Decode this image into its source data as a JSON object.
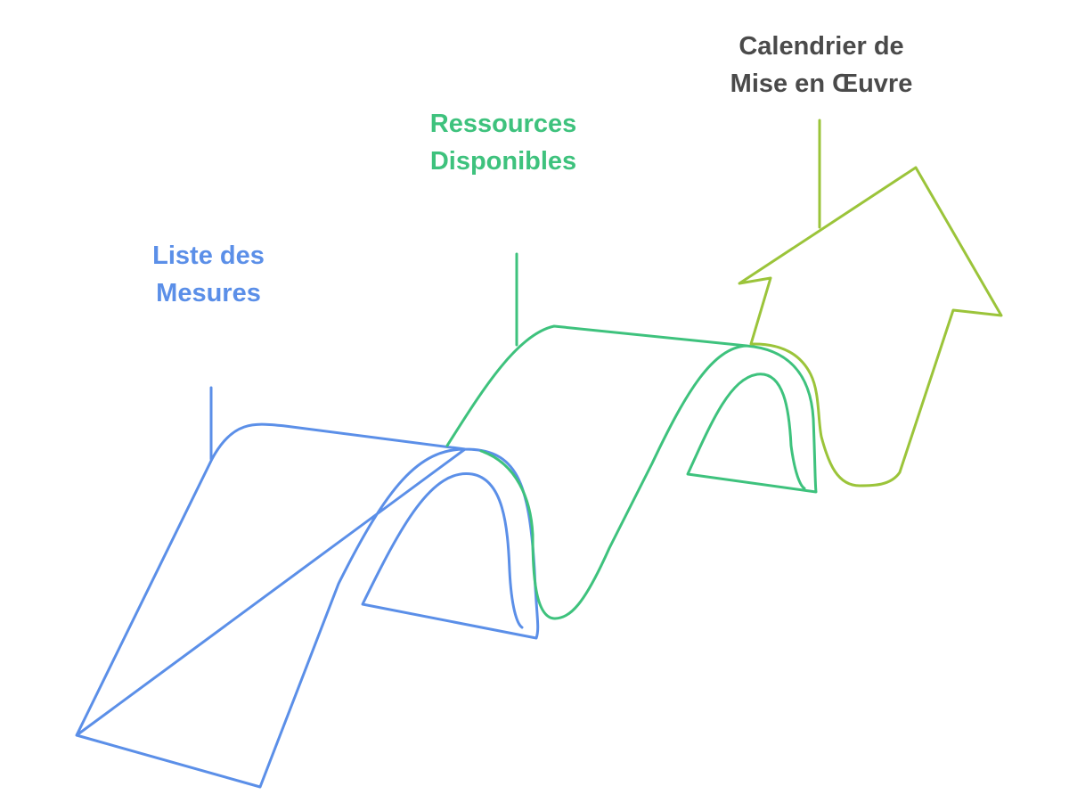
{
  "steps": [
    {
      "line1": "Liste des",
      "line2": "Mesures",
      "color": "#5b8fe8"
    },
    {
      "line1": "Ressources",
      "line2": "Disponibles",
      "color": "#3ec27d"
    },
    {
      "line1": "Calendrier de",
      "line2": "Mise en Œuvre",
      "color": "#4a4a4a",
      "arrow_color": "#9bc43a"
    }
  ]
}
